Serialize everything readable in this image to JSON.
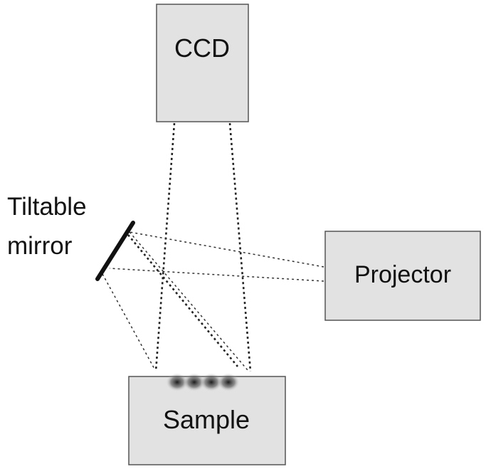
{
  "diagram": {
    "ccd": {
      "label": "CCD"
    },
    "projector": {
      "label": "Projector"
    },
    "sample": {
      "label": "Sample"
    },
    "mirror": {
      "label_line1": "Tiltable",
      "label_line2": "mirror"
    }
  }
}
